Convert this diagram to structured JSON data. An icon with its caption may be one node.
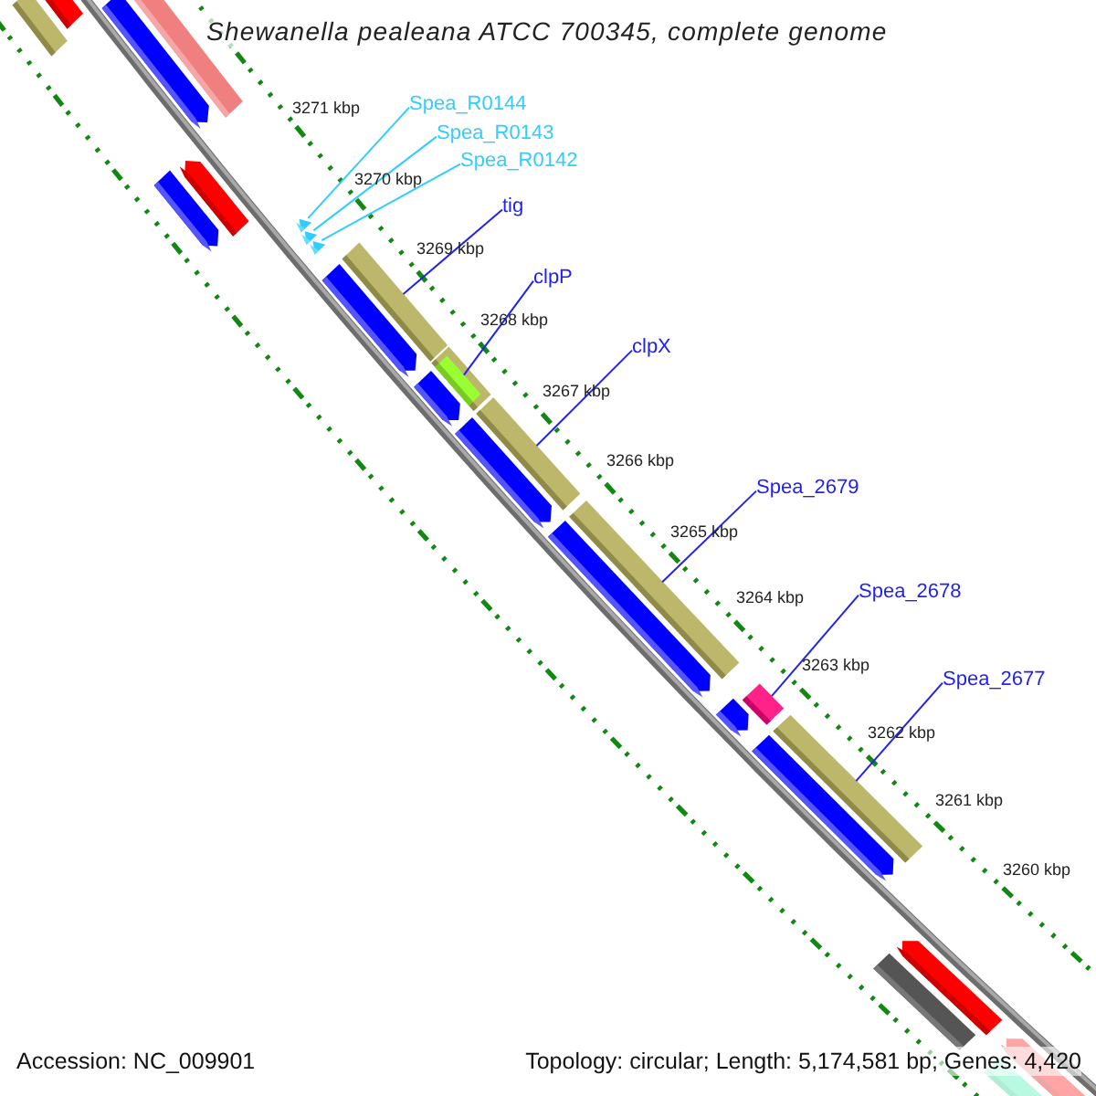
{
  "diagram": {
    "title": "Shewanella pealeana ATCC 700345, complete genome",
    "nodes": [
      {
        "text": [
          "Spea_R0144"
        ]
      },
      {
        "text": [
          "Spea_R0143"
        ]
      },
      {
        "text": [
          "Spea_R0142"
        ]
      },
      {
        "text": [
          "tig"
        ]
      },
      {
        "text": [
          "clpP"
        ]
      },
      {
        "text": [
          "clpX"
        ]
      },
      {
        "text": [
          "Spea_2679"
        ]
      },
      {
        "text": [
          "Spea_2678"
        ]
      },
      {
        "text": [
          "Spea_2677"
        ]
      },
      {
        "text": [],
        "shape": "arrow"
      },
      {
        "text": [],
        "shape": "arrow"
      },
      {
        "text": [],
        "shape": "arrow"
      },
      {
        "text": [],
        "shape": "bar"
      },
      {
        "text": [],
        "shape": "bar"
      },
      {
        "text": [],
        "shape": "bar"
      },
      {
        "text": [],
        "shape": "bar"
      },
      {
        "text": [],
        "shape": "bar"
      },
      {
        "text": [],
        "shape": "bar"
      }
    ],
    "edges": [
      {
        "from": 0,
        "to": 9,
        "arrow": "none",
        "color": "#33ccff"
      },
      {
        "from": 1,
        "to": 10,
        "arrow": "none",
        "color": "#33ccff"
      },
      {
        "from": 2,
        "to": 11,
        "arrow": "none",
        "color": "#33ccff"
      },
      {
        "from": 3,
        "to": 12,
        "arrow": "none"
      },
      {
        "from": 4,
        "to": 13,
        "arrow": "none"
      },
      {
        "from": 5,
        "to": 14,
        "arrow": "none"
      },
      {
        "from": 6,
        "to": 15,
        "arrow": "none"
      },
      {
        "from": 7,
        "to": 16,
        "arrow": "none"
      },
      {
        "from": 8,
        "to": 17,
        "arrow": "none"
      }
    ],
    "labels": [
      "3271 kbp",
      "3270 kbp",
      "3269 kbp",
      "3268 kbp",
      "3267 kbp",
      "3266 kbp",
      "3265 kbp",
      "3264 kbp",
      "3263 kbp",
      "3262 kbp",
      "3261 kbp",
      "3260 kbp",
      "Accession: NC_009901",
      "Topology: circular; Length: 5,174,581 bp; Genes: 4,420"
    ]
  }
}
